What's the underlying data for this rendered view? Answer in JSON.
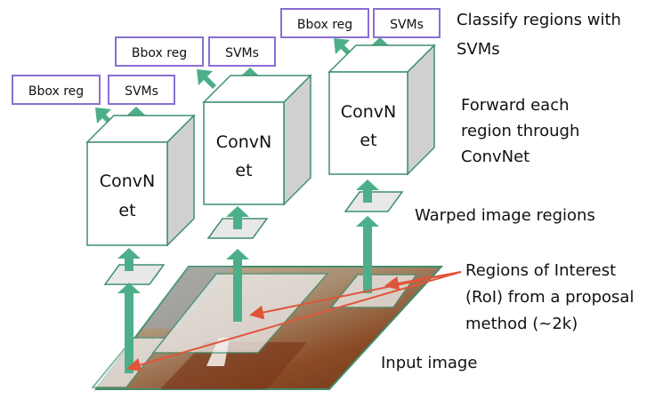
{
  "boxes": {
    "bbox_reg": "Bbox reg",
    "svms": "SVMs"
  },
  "cubes": {
    "label_line1": "ConvN",
    "label_line2": "et"
  },
  "annotations": {
    "classify_line1": "Classify regions with",
    "classify_line2": "SVMs",
    "forward_line1": "Forward each",
    "forward_line2": "region through",
    "forward_line3": "ConvNet",
    "warped": "Warped image regions",
    "roi_line1": "Regions of Interest",
    "roi_line2": "(RoI) from a proposal",
    "roi_line3": "method (~2k)",
    "input": "Input image"
  },
  "colors": {
    "green": "#4daf89",
    "green_stroke": "#3f8f6e",
    "purple": "#8a6fd1",
    "red": "#e0553a",
    "cube_side": "#d0d0d0"
  }
}
